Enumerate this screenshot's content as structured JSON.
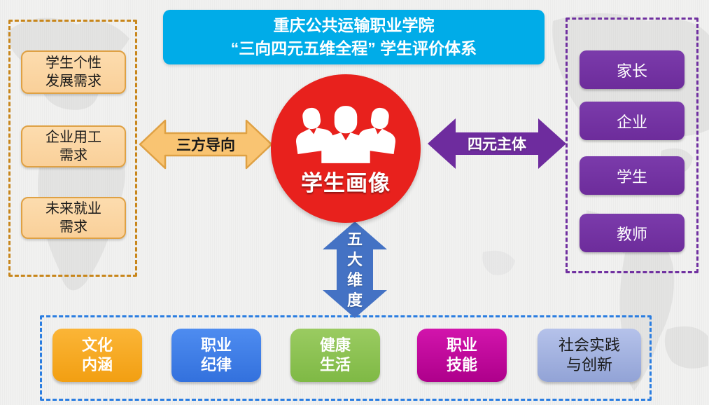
{
  "diagram": {
    "title": {
      "line1": "重庆公共运输职业学院",
      "line2": "“三向四元五维全程” 学生评价体系"
    },
    "center": {
      "label": "学生画像",
      "icon": "students-group-icon"
    },
    "arrows": {
      "left": {
        "label": "三方导向"
      },
      "right": {
        "label": "四元主体"
      },
      "bottom": {
        "label": "五大维度"
      }
    },
    "left_panel": {
      "items": [
        {
          "line1": "学生个性",
          "line2": "发展需求"
        },
        {
          "line1": "企业用工",
          "line2": "需求"
        },
        {
          "line1": "未来就业",
          "line2": "需求"
        }
      ]
    },
    "right_panel": {
      "items": [
        {
          "label": "家长"
        },
        {
          "label": "企业"
        },
        {
          "label": "学生"
        },
        {
          "label": "教师"
        }
      ]
    },
    "bottom_panel": {
      "items": [
        {
          "line1": "文化",
          "line2": "内涵"
        },
        {
          "line1": "职业",
          "line2": "纪律"
        },
        {
          "line1": "健康",
          "line2": "生活"
        },
        {
          "line1": "职业",
          "line2": "技能"
        },
        {
          "line1": "社会实践",
          "line2": "与创新"
        }
      ]
    },
    "colors": {
      "title_bg": "#00ace8",
      "center_circle": "#e8211d",
      "left_fill": "#fbd7a3",
      "left_border": "#c8861b",
      "right_purple": "#7030a0",
      "down_arrow_blue": "#4472c4",
      "bottom_border_blue": "#2a7de1",
      "dim_culture": "#f6a622",
      "dim_discipline": "#3e7fe8",
      "dim_health": "#8cc152",
      "dim_skill": "#c2009c",
      "dim_practice": "#a4b3df"
    }
  }
}
